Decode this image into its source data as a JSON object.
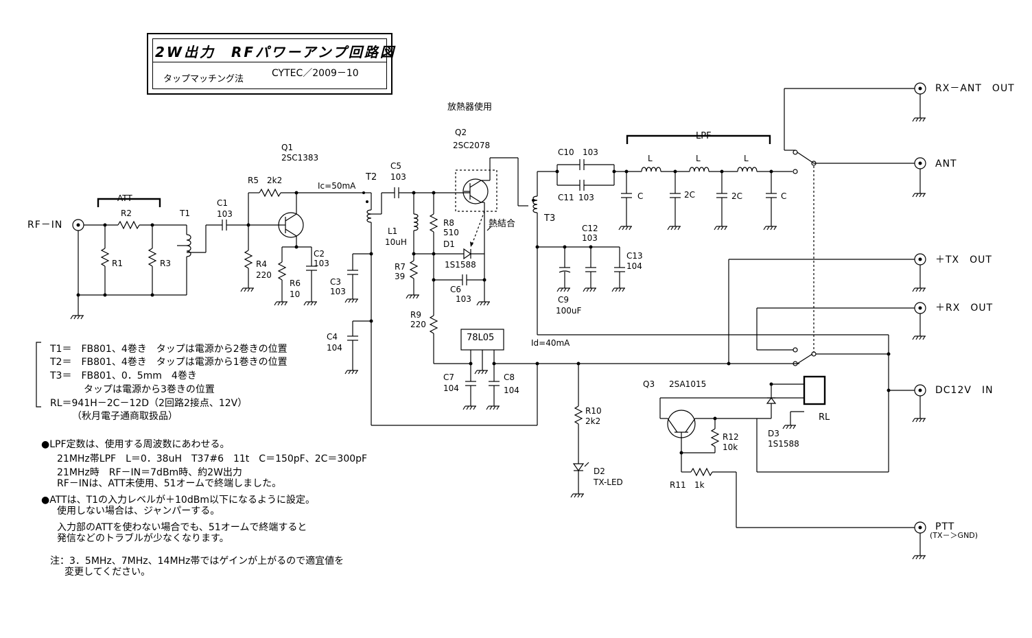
{
  "title": {
    "main": "2W出力　RFパワーアンプ回路図",
    "method": "タップマッチング法",
    "author": "CYTEC／2009－10"
  },
  "heatsink_note": "放熱器使用",
  "thermal_coupling": "熱結合",
  "currents": {
    "ic": "Ic=50mA",
    "id": "Id=40mA"
  },
  "components": {
    "att": "ATT",
    "r1": "R1",
    "r2": "R2",
    "r3": "R3",
    "t1": "T1",
    "c1": "C1",
    "c1_val": "103",
    "q1": "Q1",
    "q1_part": "2SC1383",
    "r5": "R5",
    "r5_val": "2k2",
    "r4": "R4",
    "r4_val": "220",
    "r6": "R6",
    "r6_val": "10",
    "c2": "C2",
    "c2_val": "103",
    "t2": "T2",
    "c3": "C3",
    "c3_val": "103",
    "c4": "C4",
    "c4_val": "104",
    "c5": "C5",
    "c5_val": "103",
    "l1": "L1",
    "l1_val": "10uH",
    "r8": "R8",
    "r8_val": "510",
    "d1": "D1",
    "d1_part": "1S1588",
    "r7": "R7",
    "r7_val": "39",
    "c6": "C6",
    "c6_val": "103",
    "r9": "R9",
    "r9_val": "220",
    "reg": "78L05",
    "c7": "C7",
    "c7_val": "104",
    "c8": "C8",
    "c8_val": "104",
    "q2": "Q2",
    "q2_part": "2SC2078",
    "t3": "T3",
    "c10": "C10",
    "c10_val": "103",
    "c11": "C11",
    "c11_val": "103",
    "c12": "C12",
    "c12_val": "103",
    "c13": "C13",
    "c13_val": "104",
    "c9": "C9",
    "c9_val": "100uF",
    "lpf": "LPF",
    "l": "L",
    "c": "C",
    "c2x": "2C",
    "r10": "R10",
    "r10_val": "2k2",
    "d2": "D2",
    "d2_part": "TX-LED",
    "q3": "Q3",
    "q3_part": "2SA1015",
    "r12": "R12",
    "r12_val": "10k",
    "r11": "R11",
    "r11_val": "1k",
    "d3": "D3",
    "d3_part": "1S1588",
    "rl": "RL"
  },
  "ports": {
    "rf_in": "RF－IN",
    "rx_ant_out": "RX－ANT　OUT",
    "ant": "ANT",
    "tx_out": "＋TX　OUT",
    "rx_out": "＋RX　OUT",
    "dc12v_in": "DC12V　IN",
    "ptt": "PTT",
    "ptt_note": "(TX－＞GND)"
  },
  "winding_notes": [
    "T1＝　FB801、4巻き　タップは電源から2巻きの位置",
    "T2＝　FB801、4巻き　タップは電源から1巻きの位置",
    "T3＝　FB801、0．5mm　4巻き",
    "タップは電源から3巻きの位置",
    "RL＝941H－2C－12D（2回路2接点、12V）",
    "（秋月電子通商取扱品）"
  ],
  "notes": [
    "●LPF定数は、使用する周波数にあわせる。",
    "21MHz帯LPF　L＝0．38uH　T37#6　11t　C＝150pF、2C＝300pF",
    "21MHz時　RF－IN＝7dBm時、約2W出力",
    "RF－INは、ATT未使用、51オームで終端しました。",
    "●ATTは、T1の入力レベルが＋10dBm以下になるように設定。",
    "使用しない場合は、ジャンパーする。",
    "入力部のATTを使わない場合でも、51オームで終端すると",
    "発信などのトラブルが少なくなります。",
    "注：3．5MHz、7MHz、14MHz帯ではゲインが上がるので適宜値を",
    "変更してください。"
  ]
}
